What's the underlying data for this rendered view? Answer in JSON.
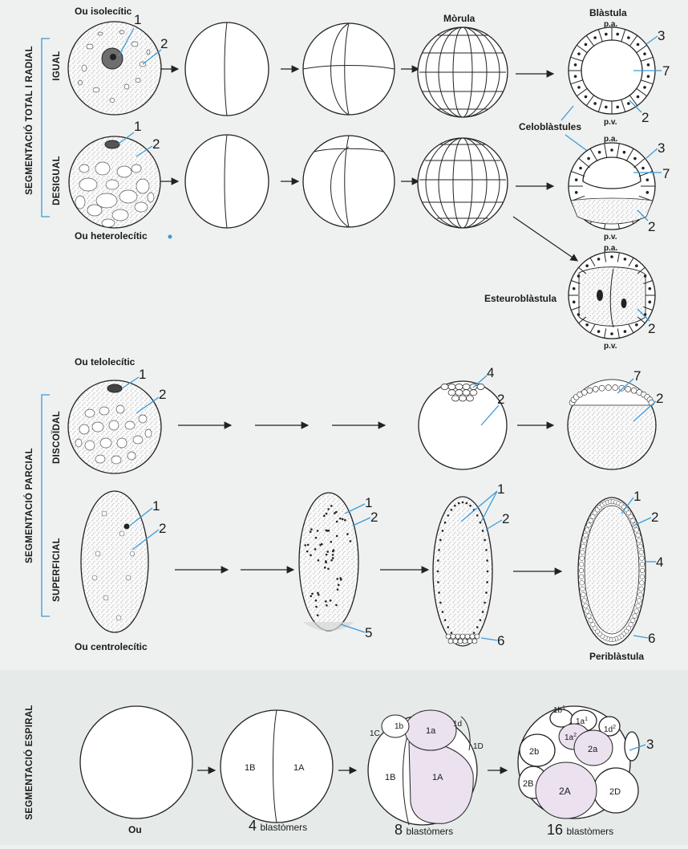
{
  "colors": {
    "background": "#eef1f0",
    "panel": "#e6ebe9",
    "leader": "#3a9ad9",
    "lilac": "#ebe1ef"
  },
  "section_labels": {
    "total": "SEGMENTACIÓ TOTAL I RADIAL",
    "igual": "IGUAL",
    "desigual": "DESIGUAL",
    "parcial": "SEGMENTACIÓ PARCIAL",
    "discoidal": "DISCOÏDAL",
    "superficial": "SUPERFICIAL",
    "espiral": "SEGMENTACIÓ ESPIRAL"
  },
  "titles": {
    "isolecitic": "Ou isolecític",
    "morula": "Mòrula",
    "blastula": "Blàstula",
    "celoblastules": "Celoblàstules",
    "heterolecitic": "Ou heterolecític",
    "esteuroblastula": "Esteuroblàstula",
    "telolecitic": "Ou telolecític",
    "centrolecitic": "Ou centrolecític",
    "periblastula": "Periblàstula",
    "ou": "Ou"
  },
  "poles": {
    "pa": "p.a.",
    "pv": "p.v."
  },
  "numbers": {
    "n1": "1",
    "n2": "2",
    "n3": "3",
    "n4": "4",
    "n5": "5",
    "n6": "6",
    "n7": "7"
  },
  "spiral": {
    "c4": "4",
    "c8": "8",
    "c16": "16",
    "blastomers": "blastòmers",
    "b1A": "1A",
    "b1B": "1B",
    "b1a": "1a",
    "b1b": "1b",
    "b1C": "1C",
    "b1D": "1D",
    "b1d": "1d",
    "b2A": "2A",
    "b2B": "2B",
    "b2a": "2a",
    "b2b": "2b",
    "b2D": "2D",
    "b1a1": "1a",
    "b1b1": "1b",
    "b1a2": "1a",
    "b1d2": "1d",
    "sup1": "1",
    "sup2": "2"
  }
}
